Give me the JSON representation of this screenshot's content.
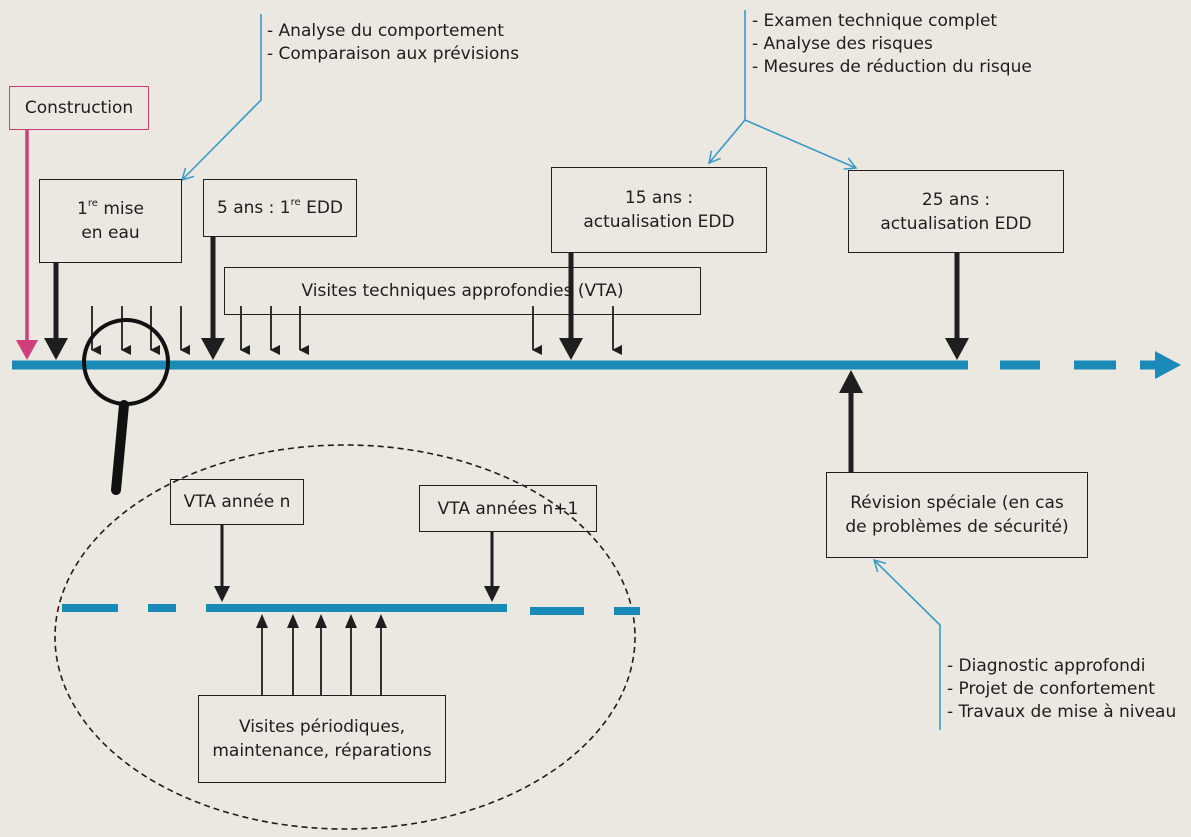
{
  "colors": {
    "background": "#ebe7e1",
    "timeline": "#1a8ab8",
    "construction": "#cf3f7c",
    "callout_lines": "#3a9ac6",
    "arrows": "#1e1e1e"
  },
  "boxes": {
    "construction": "Construction",
    "mise_en_eau": {
      "number": "1",
      "superscript": "re",
      "line1_rest": " mise",
      "line2": "en eau"
    },
    "edd_5": {
      "prefix": "5 ans : 1",
      "superscript": "re",
      "suffix": " EDD"
    },
    "vta": "Visites techniques approfondies (VTA)",
    "edd_15": {
      "line1": "15 ans :",
      "line2": "actualisation EDD"
    },
    "edd_25": {
      "line1": "25 ans :",
      "line2": "actualisation EDD"
    },
    "revision": {
      "line1": "Révision spéciale (en cas",
      "line2": "de problèmes de sécurité)"
    },
    "vta_n": "VTA année n",
    "vta_n1": "VTA années n+1",
    "periodic": {
      "line1": "Visites périodiques,",
      "line2": "maintenance, réparations"
    }
  },
  "notes": {
    "behaviour": [
      "- Analyse du comportement",
      "- Comparaison aux prévisions"
    ],
    "exam": [
      "- Examen technique complet",
      "- Analyse des risques",
      "- Mesures de réduction du risque"
    ],
    "diagnostic": [
      "- Diagnostic approfondi",
      "- Projet de confortement",
      "- Travaux de mise à niveau"
    ]
  },
  "icons": [
    "magnifier-icon",
    "timeline-arrowhead-icon"
  ]
}
